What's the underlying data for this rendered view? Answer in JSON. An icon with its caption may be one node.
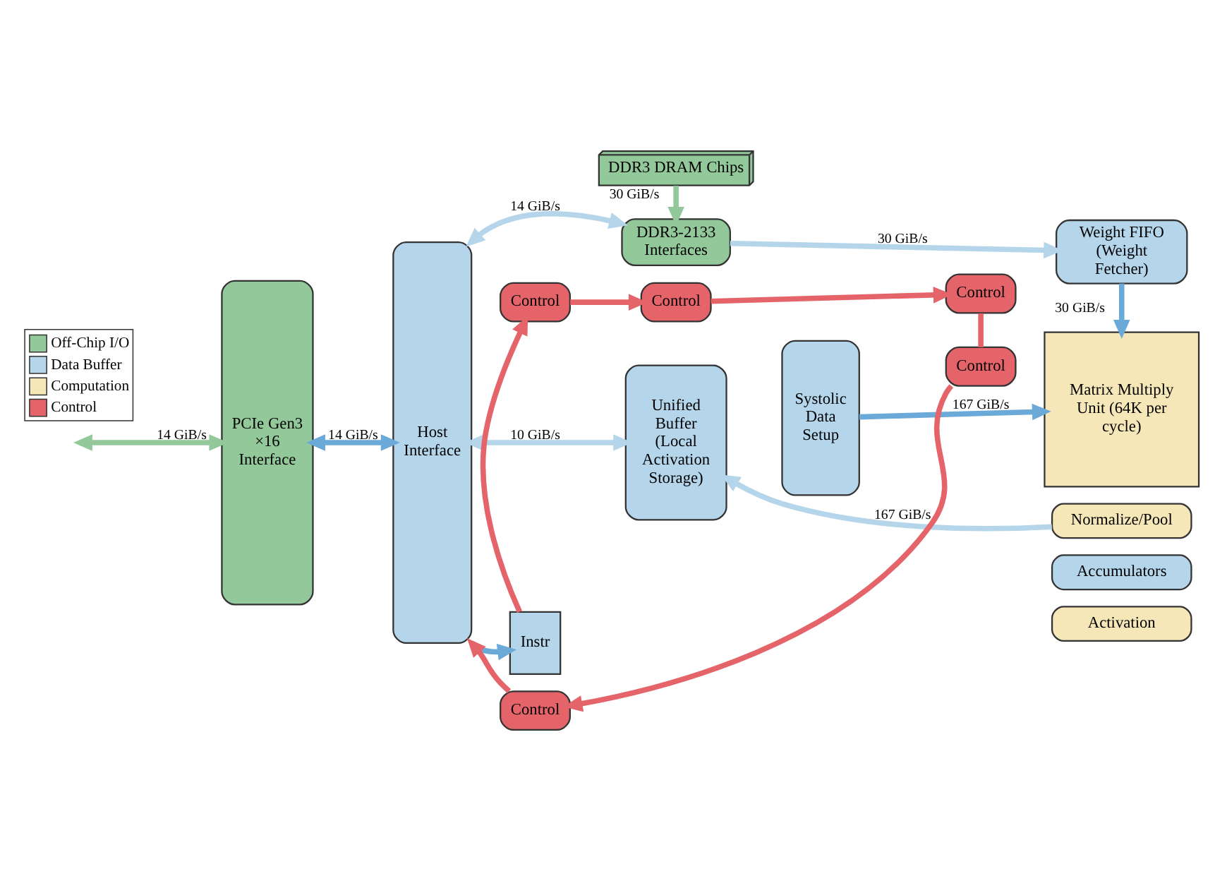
{
  "diagram": {
    "nodes": [
      {
        "text": [
          "DDR3 DRAM Chips"
        ]
      },
      {
        "text": [
          "PCIe Gen3 ×16 Interface"
        ]
      },
      {
        "text": [
          "Host Interface"
        ]
      },
      {
        "text": [
          "DDR3-2133 Interfaces"
        ]
      },
      {
        "text": [
          "Weight FIFO (Weight Fetcher)"
        ]
      },
      {
        "text": [
          "Control"
        ]
      },
      {
        "text": [
          "Control"
        ]
      },
      {
        "text": [
          "Unified Buffer (Local Activation Storage)"
        ]
      },
      {
        "text": [
          "Systolic Data Setup"
        ]
      },
      {
        "text": [
          "Matrix Multiply Unit (64K per cycle)"
        ]
      },
      {
        "text": [
          "Control"
        ]
      },
      {
        "text": [
          "Accumulators"
        ]
      },
      {
        "text": [
          "Instr"
        ]
      },
      {
        "text": [
          "Activation"
        ]
      },
      {
        "text": [
          "Normalize/Pool"
        ]
      },
      {
        "text": [
          "Control"
        ]
      },
      {
        "text": [
          "Control"
        ]
      }
    ],
    "edges": [
      {
        "from": null,
        "to": 1,
        "arrow": "both",
        "label": "14 GiB/s",
        "color": "#93c89b"
      },
      {
        "from": 1,
        "to": 2,
        "arrow": "both",
        "label": "14 GiB/s",
        "color": "#6aa9d8"
      },
      {
        "from": 2,
        "to": 3,
        "arrow": "both",
        "label": "14 GiB/s",
        "color": "#b4d5ea"
      },
      {
        "from": 0,
        "to": 3,
        "arrow": "to",
        "label": "30 GiB/s",
        "color": "#93c89b"
      },
      {
        "from": 3,
        "to": 4,
        "arrow": "to",
        "label": "30 GiB/s",
        "color": "#b4d5ea"
      },
      {
        "from": 4,
        "to": 9,
        "arrow": "to",
        "label": "30 GiB/s",
        "color": "#6aa9d8"
      },
      {
        "from": 5,
        "to": 6,
        "arrow": "to"
      },
      {
        "from": 2,
        "to": 7,
        "arrow": "both",
        "label": "10 GiB/s",
        "color": "#b4d5ea"
      },
      {
        "from": 10,
        "to": 5,
        "arrow": "to"
      },
      {
        "from": 8,
        "to": 9,
        "arrow": "to",
        "label": "167 GiB/s",
        "color": "#6aa9d8"
      },
      {
        "from": 6,
        "to": 16,
        "arrow": "none"
      },
      {
        "from": 12,
        "to": 10,
        "arrow": "to"
      },
      {
        "from": 2,
        "to": 12,
        "arrow": "to",
        "color": "#6aa9d8"
      },
      {
        "from": 14,
        "to": 7,
        "arrow": "to",
        "label": "167 GiB/s",
        "color": "#b4d5ea"
      },
      {
        "from": 16,
        "to": 15,
        "arrow": "to"
      },
      {
        "from": 15,
        "to": 2,
        "arrow": "to"
      }
    ],
    "legend": [
      {
        "text": "Off-Chip I/O",
        "color": "#93c89b"
      },
      {
        "text": "Data Buffer",
        "color": "#b4d5ea"
      },
      {
        "text": "Computation",
        "color": "#f6e7b9"
      },
      {
        "text": "Control",
        "color": "#e4646a"
      }
    ]
  }
}
